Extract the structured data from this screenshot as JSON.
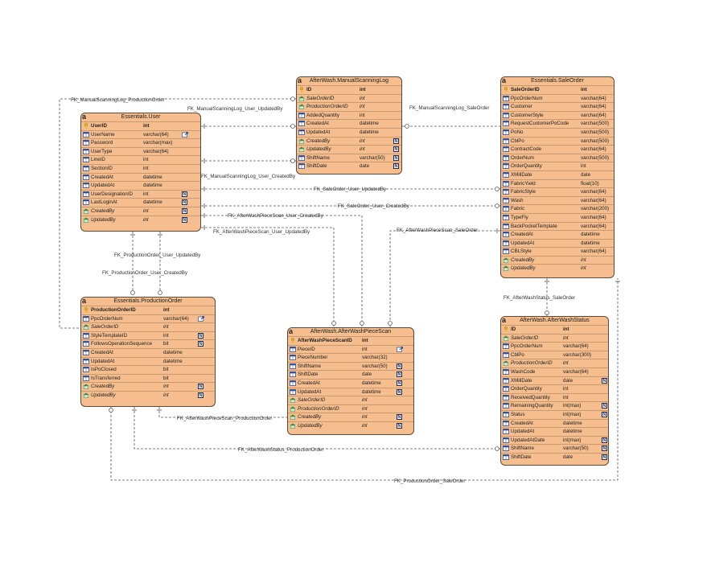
{
  "entities": [
    {
      "id": "user",
      "title": "Essentials.User",
      "rows": [
        {
          "name": "UserID",
          "type": "int",
          "key": "pk"
        },
        {
          "name": "UserName",
          "type": "varchar(64)",
          "key": "",
          "corner": true
        },
        {
          "name": "Password",
          "type": "varchar(max)",
          "key": ""
        },
        {
          "name": "UserType",
          "type": "varchar(64)",
          "key": ""
        },
        {
          "name": "LineID",
          "type": "int",
          "key": ""
        },
        {
          "name": "SectionID",
          "type": "int",
          "key": ""
        },
        {
          "name": "CreatedAt",
          "type": "datetime",
          "key": ""
        },
        {
          "name": "UpdatedAt",
          "type": "datetime",
          "key": ""
        },
        {
          "name": "UserDesignationID",
          "type": "int",
          "key": "",
          "nn": true
        },
        {
          "name": "LastLoginAt",
          "type": "datetime",
          "key": "",
          "nn": true
        },
        {
          "name": "CreatedBy",
          "type": "int",
          "key": "fk",
          "nn": true
        },
        {
          "name": "UpdatedBy",
          "type": "int",
          "key": "fk",
          "nn": true
        }
      ]
    },
    {
      "id": "mslog",
      "title": "AfterWash.ManualScanningLog",
      "rows": [
        {
          "name": "ID",
          "type": "int",
          "key": "pk"
        },
        {
          "name": "SaleOrderID",
          "type": "int",
          "key": "fk"
        },
        {
          "name": "ProductionOrderID",
          "type": "int",
          "key": "fk"
        },
        {
          "name": "AddedQuantity",
          "type": "int",
          "key": ""
        },
        {
          "name": "CreatedAt",
          "type": "datetime",
          "key": ""
        },
        {
          "name": "UpdatedAt",
          "type": "datetime",
          "key": ""
        },
        {
          "name": "CreatedBy",
          "type": "int",
          "key": "fk",
          "nn": true
        },
        {
          "name": "UpdatedBy",
          "type": "int",
          "key": "fk",
          "nn": true
        },
        {
          "name": "ShiftName",
          "type": "varchar(50)",
          "key": "",
          "nn": true
        },
        {
          "name": "ShiftDate",
          "type": "date",
          "key": "",
          "nn": true
        }
      ]
    },
    {
      "id": "saleorder",
      "title": "Essentials.SaleOrder",
      "rows": [
        {
          "name": "SaleOrderID",
          "type": "int",
          "key": "pk"
        },
        {
          "name": "PpcOrderNum",
          "type": "varchar(64)",
          "key": "",
          "corner": true
        },
        {
          "name": "Customer",
          "type": "varchar(64)",
          "key": ""
        },
        {
          "name": "CustomerStyle",
          "type": "varchar(64)",
          "key": "",
          "nn": true
        },
        {
          "name": "RequestCustomerPoCode",
          "type": "varchar(500)",
          "key": "",
          "nn": true
        },
        {
          "name": "PoNo",
          "type": "varchar(500)",
          "key": ""
        },
        {
          "name": "CblPo",
          "type": "varchar(500)",
          "key": ""
        },
        {
          "name": "ContractCode",
          "type": "varchar(64)",
          "key": "",
          "nn": true
        },
        {
          "name": "OrderNum",
          "type": "varchar(500)",
          "key": ""
        },
        {
          "name": "OrderQuantity",
          "type": "int",
          "key": ""
        },
        {
          "name": "XMillDate",
          "type": "date",
          "key": "",
          "nn": true
        },
        {
          "name": "FabricYield",
          "type": "float(10)",
          "key": "",
          "nn": true
        },
        {
          "name": "FabricStyle",
          "type": "varchar(64)",
          "key": "",
          "nn": true
        },
        {
          "name": "Wash",
          "type": "varchar(64)",
          "key": "",
          "nn": true
        },
        {
          "name": "Fabric",
          "type": "varchar(200)",
          "key": "",
          "nn": true
        },
        {
          "name": "TypeFly",
          "type": "varchar(64)",
          "key": "",
          "nn": true
        },
        {
          "name": "BackPocketTemplate",
          "type": "varchar(64)",
          "key": "",
          "nn": true
        },
        {
          "name": "CreatedAt",
          "type": "datetime",
          "key": ""
        },
        {
          "name": "UpdatedAt",
          "type": "datetime",
          "key": ""
        },
        {
          "name": "CBLStyle",
          "type": "varchar(64)",
          "key": "",
          "nn": true
        },
        {
          "name": "CreatedBy",
          "type": "int",
          "key": "fk",
          "nn": true
        },
        {
          "name": "UpdatedBy",
          "type": "int",
          "key": "fk",
          "nn": true
        }
      ]
    },
    {
      "id": "prodorder",
      "title": "Essentials.ProductionOrder",
      "rows": [
        {
          "name": "ProductionOrderID",
          "type": "int",
          "key": "pk"
        },
        {
          "name": "PpcOrderNum",
          "type": "varchar(64)",
          "key": "",
          "corner": true
        },
        {
          "name": "SaleOrderID",
          "type": "int",
          "key": "fk"
        },
        {
          "name": "StyleTemplateID",
          "type": "int",
          "key": "",
          "nn": true
        },
        {
          "name": "FollowsOperationSequence",
          "type": "bit",
          "key": "",
          "nn": true
        },
        {
          "name": "CreatedAt",
          "type": "datetime",
          "key": ""
        },
        {
          "name": "UpdatedAt",
          "type": "datetime",
          "key": ""
        },
        {
          "name": "IsPoClosed",
          "type": "bit",
          "key": ""
        },
        {
          "name": "IsTransferred",
          "type": "bit",
          "key": ""
        },
        {
          "name": "CreatedBy",
          "type": "int",
          "key": "fk",
          "nn": true
        },
        {
          "name": "UpdatedBy",
          "type": "int",
          "key": "fk",
          "nn": true
        }
      ]
    },
    {
      "id": "piecescan",
      "title": "AfterWash.AfterWashPieceScan",
      "rows": [
        {
          "name": "AfterWashPieceScanID",
          "type": "int",
          "key": "pk"
        },
        {
          "name": "PieceID",
          "type": "int",
          "key": "",
          "corner": true
        },
        {
          "name": "PieceNumber",
          "type": "varchar(32)",
          "key": ""
        },
        {
          "name": "ShiftName",
          "type": "varchar(50)",
          "key": "",
          "nn": true
        },
        {
          "name": "ShiftDate",
          "type": "date",
          "key": "",
          "nn": true
        },
        {
          "name": "CreatedAt",
          "type": "datetime",
          "key": "",
          "nn": true
        },
        {
          "name": "UpdatedAt",
          "type": "datetime",
          "key": "",
          "nn": true
        },
        {
          "name": "SaleOrderID",
          "type": "int",
          "key": "fk"
        },
        {
          "name": "ProductionOrderID",
          "type": "int",
          "key": "fk"
        },
        {
          "name": "CreatedBy",
          "type": "int",
          "key": "fk",
          "nn": true
        },
        {
          "name": "UpdatedBy",
          "type": "int",
          "key": "fk",
          "nn": true
        }
      ]
    },
    {
      "id": "washstatus",
      "title": "AfterWash.AfterWashStatus",
      "rows": [
        {
          "name": "ID",
          "type": "int",
          "key": "pk"
        },
        {
          "name": "SaleOrderID",
          "type": "int",
          "key": "fk"
        },
        {
          "name": "PpcOrderNum",
          "type": "varchar(64)",
          "key": ""
        },
        {
          "name": "CblPo",
          "type": "varchar(300)",
          "key": ""
        },
        {
          "name": "ProductionOrderID",
          "type": "int",
          "key": "fk"
        },
        {
          "name": "WashCode",
          "type": "varchar(64)",
          "key": ""
        },
        {
          "name": "XMillDate",
          "type": "date",
          "key": "",
          "nn": true
        },
        {
          "name": "OrderQuantity",
          "type": "int",
          "key": ""
        },
        {
          "name": "ReceivedQuantity",
          "type": "int",
          "key": ""
        },
        {
          "name": "RemainingQuantity",
          "type": "int(max)",
          "key": "",
          "nn": true
        },
        {
          "name": "Status",
          "type": "int(max)",
          "key": "",
          "nn": true
        },
        {
          "name": "CreatedAt",
          "type": "datetime",
          "key": ""
        },
        {
          "name": "UpdatedAt",
          "type": "datetime",
          "key": ""
        },
        {
          "name": "UpdatedAtDate",
          "type": "int(max)",
          "key": "",
          "nn": true
        },
        {
          "name": "ShiftName",
          "type": "varchar(50)",
          "key": "",
          "nn": true
        },
        {
          "name": "ShiftDate",
          "type": "date",
          "key": "",
          "nn": true
        }
      ]
    }
  ],
  "badge": "a",
  "nn_glyph": "N",
  "relationships": [
    {
      "id": "r1",
      "label": "FK_ManualScanningLog_ProductionOrder"
    },
    {
      "id": "r2",
      "label": "FK_ManualScanningLog_User_UpdatedBy"
    },
    {
      "id": "r3",
      "label": "FK_ManualScanningLog_SaleOrder"
    },
    {
      "id": "r4",
      "label": "FK_ManualScanningLog_User_CreatedBy"
    },
    {
      "id": "r5",
      "label": "FK_SaleOrder_User_UpdatedBy"
    },
    {
      "id": "r6",
      "label": "FK_SaleOrder_User_CreatedBy"
    },
    {
      "id": "r7",
      "label": "FK_AfterWashPieceScan_User_CreatedBy"
    },
    {
      "id": "r8",
      "label": "FK_AfterWashPieceScan_User_UpdatedBy"
    },
    {
      "id": "r9",
      "label": "FK_AfterWashPieceScan_SaleOrder"
    },
    {
      "id": "r10",
      "label": "FK_ProductionOrder_User_UpdatedBy"
    },
    {
      "id": "r11",
      "label": "FK_ProductionOrder_User_CreatedBy"
    },
    {
      "id": "r12",
      "label": "FK_AfterWashStatus_SaleOrder"
    },
    {
      "id": "r13",
      "label": "FK_AfterWashPieceScan_ProductionOrder"
    },
    {
      "id": "r14",
      "label": "FK_AfterWashStatus_ProductionOrder"
    },
    {
      "id": "r15",
      "label": "FK_ProductionOrder_SaleOrder"
    }
  ],
  "colors": {
    "entity_fill": "#f6be8e",
    "entity_border": "#5b4b3a",
    "key_icon": "#e8b41d",
    "fk_icon": "#2f8a4a",
    "col_icon": "#2a4f9a",
    "line": "#555555"
  }
}
